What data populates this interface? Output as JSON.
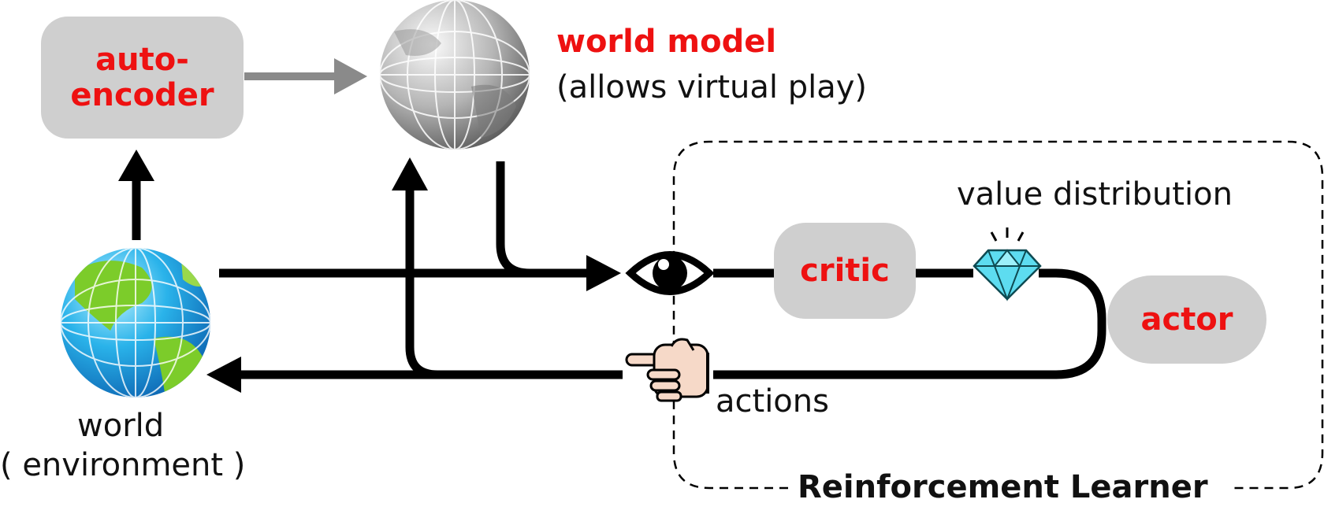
{
  "autoencoder": {
    "label": "auto-\nencoder"
  },
  "world_model": {
    "title": "world model",
    "subtitle": "(allows virtual play)"
  },
  "critic": {
    "label": "critic"
  },
  "actor": {
    "label": "actor"
  },
  "value_distribution": {
    "label": "value distribution"
  },
  "actions": {
    "label": "actions"
  },
  "world": {
    "label": "world",
    "sublabel": "( environment )"
  },
  "reinforcement_learner": {
    "label": "Reinforcement Learner"
  },
  "colors": {
    "accent_red": "#ee1111",
    "box_gray": "#cfcfcf",
    "arrow_black": "#000000",
    "arrow_gray": "#8a8a8a",
    "globe_blue": "#1e9be0",
    "globe_green": "#7ccc2a",
    "gem_cyan": "#5ddcf0"
  },
  "icons": [
    "eye-icon",
    "gem-icon",
    "pointing-hand-icon",
    "earth-globe-icon",
    "gray-globe-icon"
  ]
}
